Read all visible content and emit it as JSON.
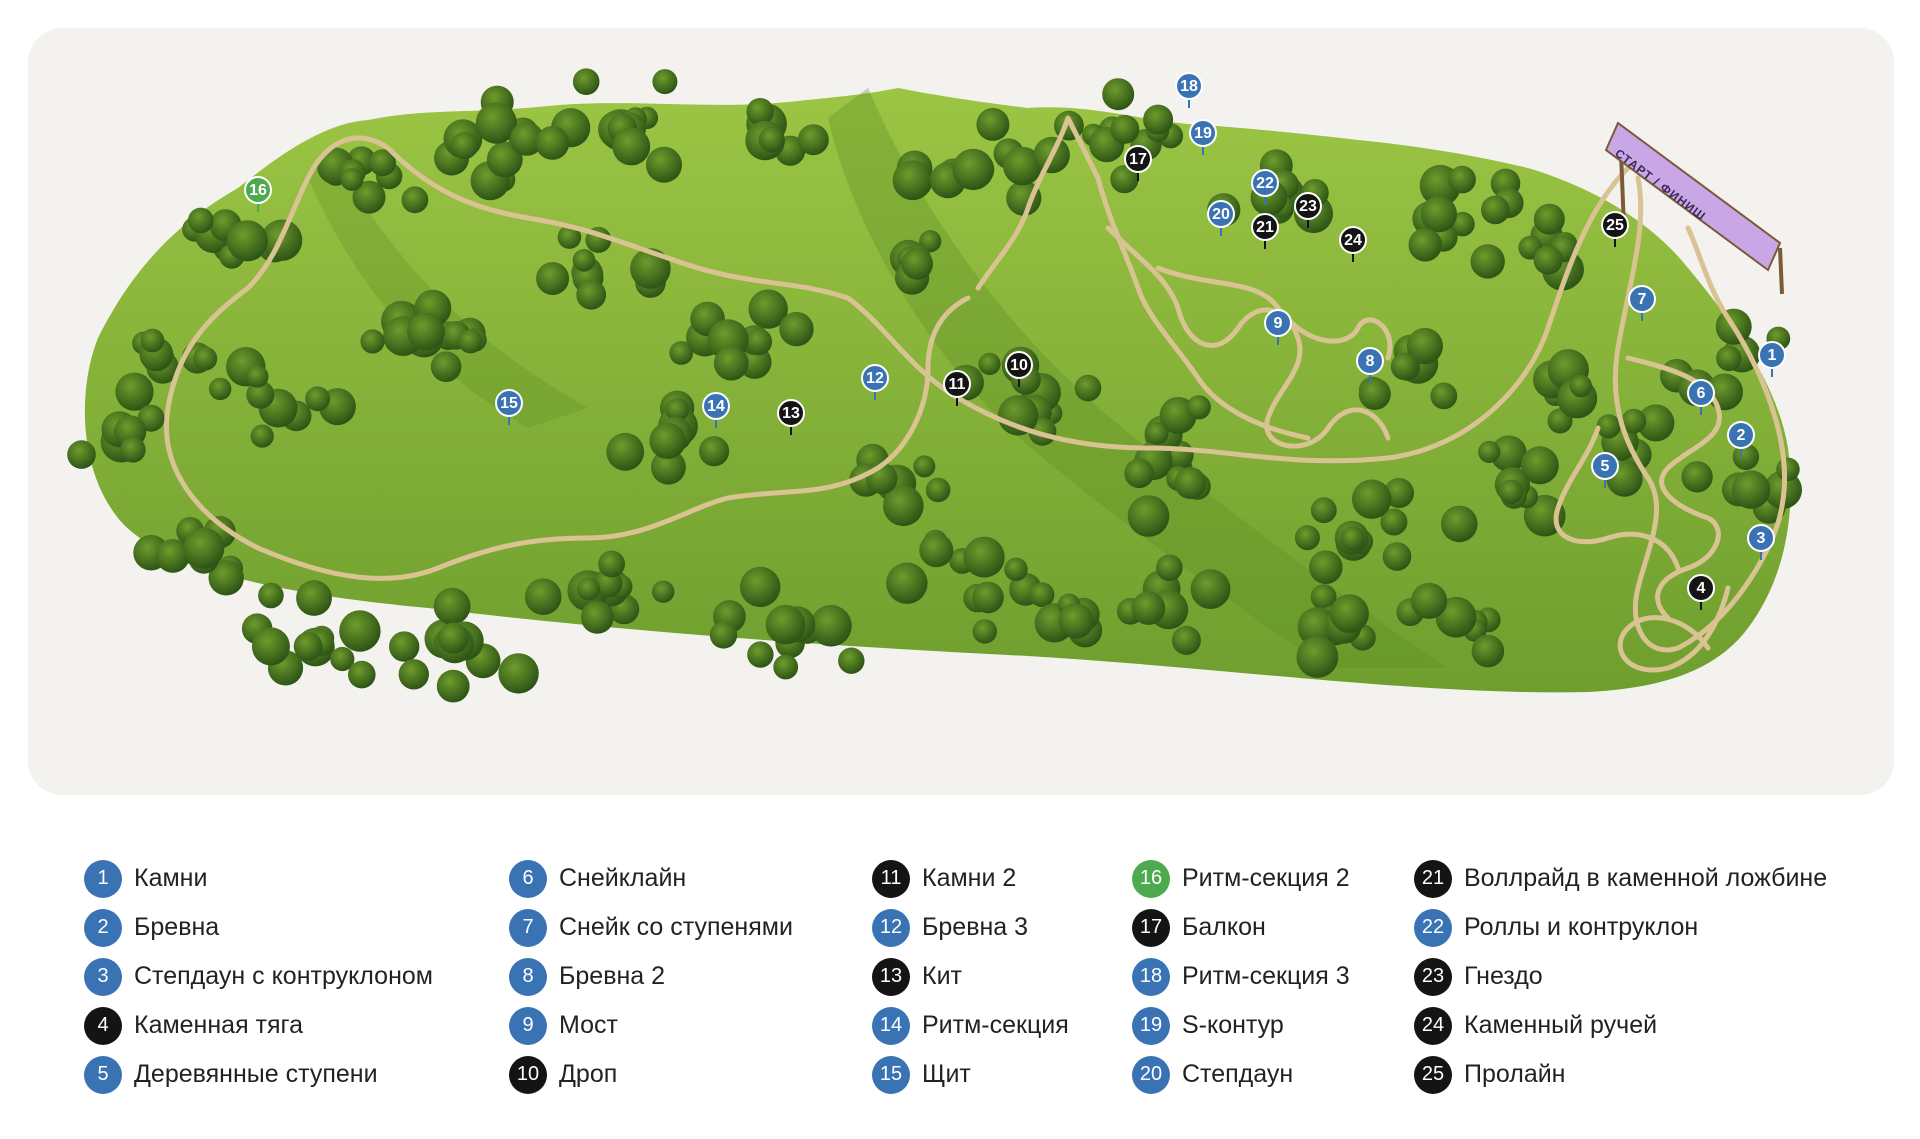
{
  "start_finish_label": "СТАРТ / ФИНИШ",
  "colors": {
    "blue": "#3a73b4",
    "black": "#141414",
    "green": "#4faa4f",
    "grass": "#7fb33a",
    "trail": "#d9c392",
    "start_banner": "#c9a6e6"
  },
  "features": [
    {
      "num": "1",
      "name": "Камни",
      "color": "blue"
    },
    {
      "num": "2",
      "name": "Бревна",
      "color": "blue"
    },
    {
      "num": "3",
      "name": "Степдаун с контруклоном",
      "color": "blue"
    },
    {
      "num": "4",
      "name": "Каменная тяга",
      "color": "black"
    },
    {
      "num": "5",
      "name": "Деревянные ступени",
      "color": "blue"
    },
    {
      "num": "6",
      "name": "Снейклайн",
      "color": "blue"
    },
    {
      "num": "7",
      "name": "Снейк со ступенями",
      "color": "blue"
    },
    {
      "num": "8",
      "name": "Бревна 2",
      "color": "blue"
    },
    {
      "num": "9",
      "name": "Мост",
      "color": "blue"
    },
    {
      "num": "10",
      "name": "Дроп",
      "color": "black"
    },
    {
      "num": "11",
      "name": "Камни 2",
      "color": "black"
    },
    {
      "num": "12",
      "name": "Бревна 3",
      "color": "blue"
    },
    {
      "num": "13",
      "name": "Кит",
      "color": "black"
    },
    {
      "num": "14",
      "name": "Ритм-секция",
      "color": "blue"
    },
    {
      "num": "15",
      "name": "Щит",
      "color": "blue"
    },
    {
      "num": "16",
      "name": "Ритм-секция 2",
      "color": "green"
    },
    {
      "num": "17",
      "name": "Балкон",
      "color": "black"
    },
    {
      "num": "18",
      "name": "Ритм-секция 3",
      "color": "blue"
    },
    {
      "num": "19",
      "name": "S-контур",
      "color": "blue"
    },
    {
      "num": "20",
      "name": "Степдаун",
      "color": "blue"
    },
    {
      "num": "21",
      "name": "Воллрайд в каменной ложбине",
      "color": "black"
    },
    {
      "num": "22",
      "name": "Роллы и контруклон",
      "color": "blue"
    },
    {
      "num": "23",
      "name": "Гнездо",
      "color": "black"
    },
    {
      "num": "24",
      "name": "Каменный ручей",
      "color": "black"
    },
    {
      "num": "25",
      "name": "Пролайн",
      "color": "black"
    }
  ]
}
